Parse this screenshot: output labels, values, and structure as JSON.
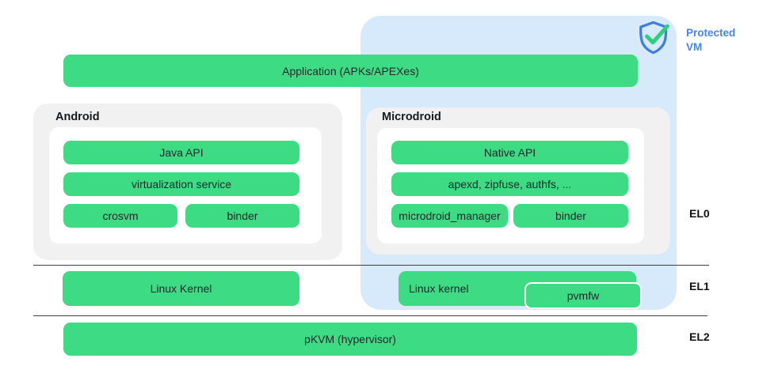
{
  "colors": {
    "bar_green": "#3ddc84",
    "protected_vm_blue_bg": "#d7eafb",
    "group_box_gray": "#f1f1f2",
    "accent_blue": "#4285f4",
    "divider_line": "#3c4043",
    "shield_check_green": "#2fce7d"
  },
  "header": {
    "protected_vm_label": "Protected VM"
  },
  "application": {
    "label": "Application (APKs/APEXes)"
  },
  "android": {
    "title": "Android",
    "java_api": "Java API",
    "virtualization_service": "virtualization service",
    "crosvm": "crosvm",
    "binder": "binder"
  },
  "microdroid": {
    "title": "Microdroid",
    "native_api": "Native API",
    "apexd": "apexd, zipfuse, authfs, ...",
    "microdroid_manager": "microdroid_manager",
    "binder": "binder"
  },
  "kernel": {
    "android_kernel": "Linux Kernel",
    "microdroid_kernel": "Linux kernel",
    "pvmfw": "pvmfw"
  },
  "hypervisor": {
    "label": "pKVM (hypervisor)"
  },
  "exception_levels": {
    "el0": "EL0",
    "el1": "EL1",
    "el2": "EL2"
  }
}
